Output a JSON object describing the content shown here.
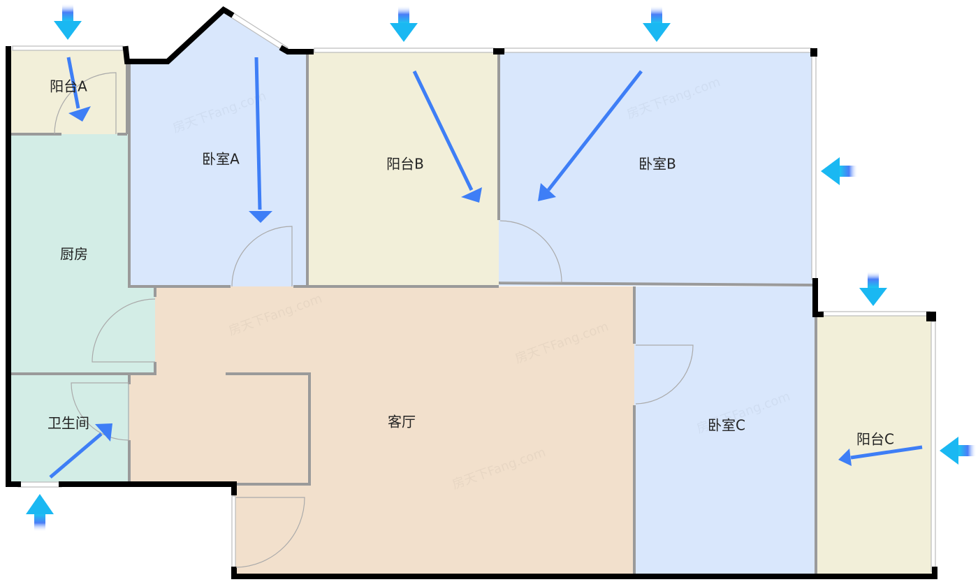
{
  "floorplan": {
    "rooms": {
      "balcony_a": "阳台A",
      "bedroom_a": "卧室A",
      "balcony_b": "阳台B",
      "bedroom_b": "卧室B",
      "kitchen": "厨房",
      "bathroom": "卫生间",
      "living_room": "客厅",
      "bedroom_c": "卧室C",
      "balcony_c": "阳台C"
    },
    "watermark": "房天下Fang.com",
    "colors": {
      "balcony": "#f2efd9",
      "bedroom": "#d9e7fc",
      "wet_room": "#d3ede6",
      "living": "#f2e0cc",
      "arrow": "#3e7ef6"
    }
  }
}
